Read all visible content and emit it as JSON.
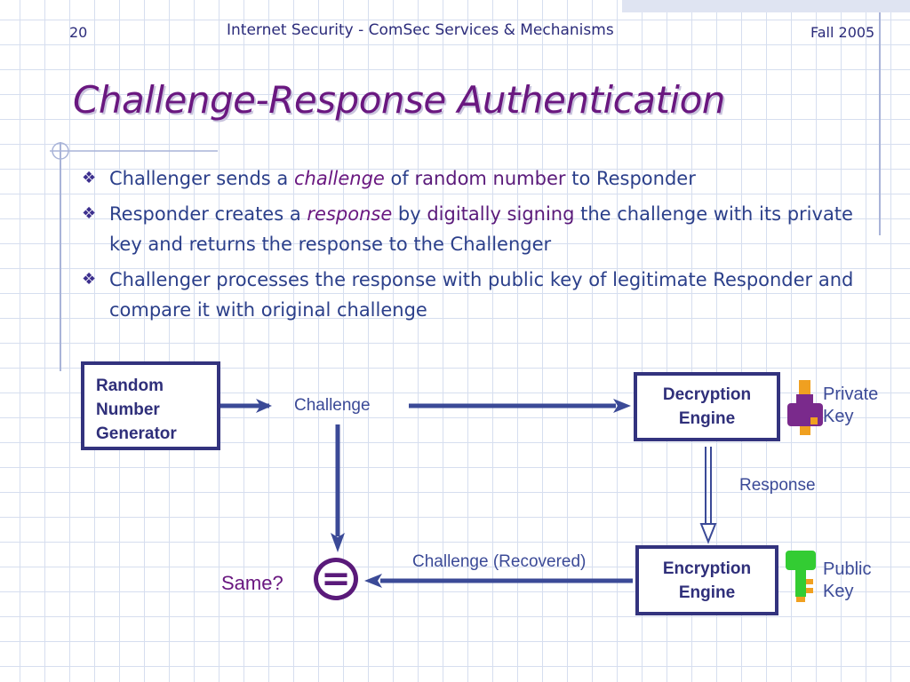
{
  "header": {
    "slide_number": "20",
    "course_title": "Internet Security - ComSec Services & Mechanisms",
    "term": "Fall 2005"
  },
  "title": "Challenge-Response Authentication",
  "bullets": [
    {
      "parts": [
        {
          "text": "Challenger sends a ",
          "style": "normal"
        },
        {
          "text": "challenge",
          "style": "em"
        },
        {
          "text": " of ",
          "style": "normal"
        },
        {
          "text": "random number",
          "style": "hl"
        },
        {
          "text": " to Responder",
          "style": "normal"
        }
      ]
    },
    {
      "parts": [
        {
          "text": "Responder creates a ",
          "style": "normal"
        },
        {
          "text": "response",
          "style": "em"
        },
        {
          "text": " by ",
          "style": "normal"
        },
        {
          "text": "digitally signing",
          "style": "hl"
        },
        {
          "text": " the challenge with its private key and returns the response to the Challenger",
          "style": "normal"
        }
      ]
    },
    {
      "parts": [
        {
          "text": "Challenger processes the response with public key of legitimate Responder and compare it with original challenge",
          "style": "normal"
        }
      ]
    }
  ],
  "bullet_mark": "❖",
  "diagram": {
    "rng_lines": [
      "Random",
      "Number",
      "Generator"
    ],
    "decryption_lines": [
      "Decryption",
      "Engine"
    ],
    "encryption_lines": [
      "Encryption",
      "Engine"
    ],
    "challenge_label": "Challenge",
    "response_label": "Response",
    "recovered_label": "Challenge (Recovered)",
    "same_label": "Same?",
    "equals_symbol": "=",
    "private_key_lines": [
      "Private",
      "Key"
    ],
    "public_key_lines": [
      "Public",
      "Key"
    ],
    "colors": {
      "box_border": "#33337e",
      "arrow": "#3b4a97",
      "private_key": "#7a2a8c",
      "public_key": "#33cc33",
      "key_tip": "#f0a020",
      "equals": "#5a1a7a"
    },
    "private_key_icon": "purple-key-icon",
    "public_key_icon": "green-key-icon"
  }
}
